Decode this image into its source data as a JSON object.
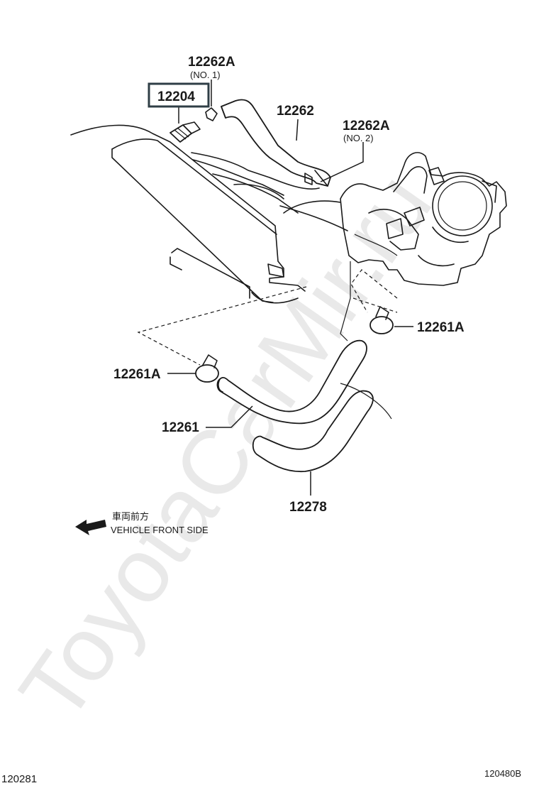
{
  "watermark": "ToyotaCarMir.ru",
  "parts": {
    "p12262A_1": {
      "number": "12262A",
      "note": "(NO. 1)"
    },
    "p12204": {
      "number": "12204"
    },
    "p12262": {
      "number": "12262"
    },
    "p12262A_2": {
      "number": "12262A",
      "note": "(NO. 2)"
    },
    "p12261A_right": {
      "number": "12261A"
    },
    "p12261A_left": {
      "number": "12261A"
    },
    "p12261": {
      "number": "12261"
    },
    "p12278": {
      "number": "12278"
    }
  },
  "direction": {
    "jp": "車両前方",
    "en": "VEHICLE FRONT SIDE"
  },
  "footer": {
    "left_code": "120281",
    "right_code": "120480B"
  },
  "colors": {
    "highlight_border": "#2f3e46",
    "line": "#1a1a1a",
    "watermark": "#e9e9e9"
  }
}
